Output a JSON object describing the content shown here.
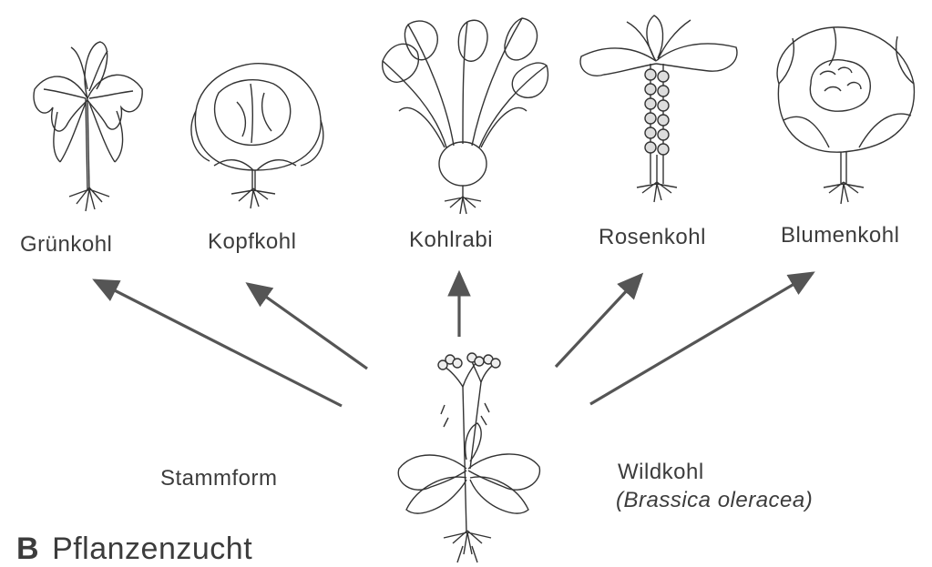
{
  "varieties": [
    {
      "label": "Grünkohl",
      "icon": "kale-plant-icon"
    },
    {
      "label": "Kopfkohl",
      "icon": "cabbage-plant-icon"
    },
    {
      "label": "Kohlrabi",
      "icon": "kohlrabi-plant-icon"
    },
    {
      "label": "Rosenkohl",
      "icon": "brussels-sprouts-plant-icon"
    },
    {
      "label": "Blumenkohl",
      "icon": "cauliflower-plant-icon"
    }
  ],
  "origin": {
    "left_label": "Stammform",
    "name": "Wildkohl",
    "latin_name": "(Brassica oleracea)",
    "icon": "wild-cabbage-plant-icon"
  },
  "caption": {
    "letter": "B",
    "title": "Pflanzenzucht"
  },
  "colors": {
    "arrow": "#555555",
    "ink": "#3c3c3c"
  }
}
